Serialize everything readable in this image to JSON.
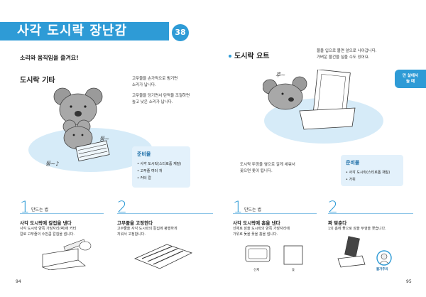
{
  "left": {
    "title": "사각 도시락 장난감",
    "number": "38",
    "subtitle": "소리와 움직임을 즐겨요!",
    "section_title": "도시락 기타",
    "desc_1": [
      "고무줄을 손가락으로 튕기면",
      "소리가 납니다."
    ],
    "desc_2": [
      "고무줄을 당기면서 탄력을 조절하면",
      "높고 낮은 소리가 납니다."
    ],
    "sfx_1": "둥~",
    "sfx_2": "둥~♪",
    "prep_title": "준비물",
    "prep_items": [
      "사각 도시락(스티로폼 재질)",
      "고무줄 여러 개",
      "커터 칼"
    ],
    "steps_header": "만드는 법",
    "steps": [
      {
        "num": "1",
        "title": "사각 도시락에 칼집을 낸다",
        "desc": [
          "사각 도시락 양쪽 가장자리(벽)에 커터",
          "칼로 고무줄의 수만큼 칼집을 냅니다."
        ]
      },
      {
        "num": "2",
        "title": "고무줄을 고정한다",
        "desc": [
          "고무줄을 사각 도시락의 칼집에 평행하게",
          "끼워서 고정합니다."
        ]
      }
    ],
    "page_number": "94"
  },
  "right": {
    "section_title": "도시락 요트",
    "desc_top": [
      "물을 입으로 불면 앞으로 나아갑니다.",
      "가벼운 물건을 실을 수도 있어요."
    ],
    "sfx": "후~",
    "side_tab": [
      "만 살에서",
      "놀 때"
    ],
    "desc_mid": [
      "도시락 뚜껑을 옆으로 길게 세워서",
      "꽂으면 돛이 됩니다."
    ],
    "prep_title": "준비물",
    "prep_items": [
      "사각 도시락(스티로폼 재질)",
      "가위"
    ],
    "steps_header": "만드는 법",
    "steps": [
      {
        "num": "1",
        "title": "사각 도시락에 홈을 낸다",
        "desc": [
          "선체로 삼을 도시락의 양쪽 가장자리에",
          "가위로 돛을 꽂을 홈을 냅니다."
        ]
      },
      {
        "num": "2",
        "title": "짜 맞춘다",
        "desc": [
          "1의 홈에 돛으로 삼을 뚜껑을 꽂습니다."
        ]
      }
    ],
    "captions": [
      "선체",
      "돛"
    ],
    "caution": "불가주의",
    "page_number": "95"
  },
  "colors": {
    "accent": "#2e9bd6",
    "water": "#d6ebf8",
    "prep_bg": "#e3f1fb"
  }
}
